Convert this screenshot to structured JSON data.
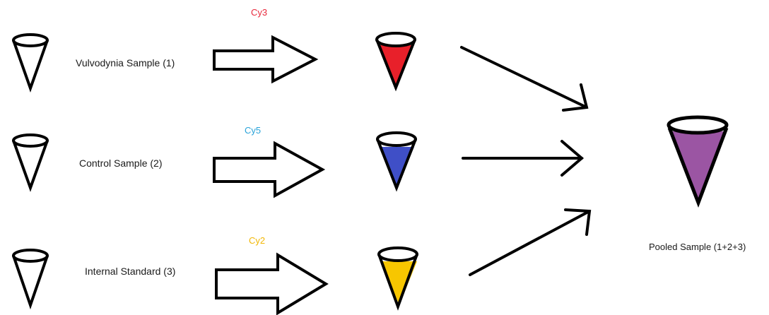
{
  "samples": [
    {
      "label": "Vulvodynia Sample (1)",
      "dye": "Cy3",
      "dye_color": "#e8293c",
      "fill_color": "#e8202a"
    },
    {
      "label": "Control Sample (2)",
      "dye": "Cy5",
      "dye_color": "#2aa3d9",
      "fill_color": "#3f4fc7"
    },
    {
      "label": "Internal Standard (3)",
      "dye": "Cy2",
      "dye_color": "#f2b705",
      "fill_color": "#f7c600"
    }
  ],
  "pooled": {
    "label": "Pooled Sample (1+2+3)",
    "fill_color": "#9b55a3"
  }
}
